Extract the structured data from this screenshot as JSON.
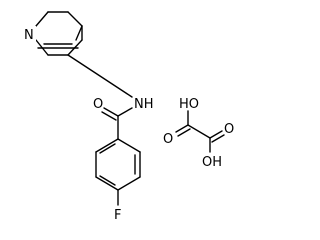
{
  "atoms": {
    "n_ring": "N",
    "n_amide": "NH",
    "o_carbonyl": "O",
    "fluorine": "F",
    "oxalic_oh_top": "HO",
    "oxalic_o_left": "O",
    "oxalic_o_right": "O",
    "oxalic_oh_bottom": "OH"
  },
  "colors": {
    "ink": "#000000",
    "background": "#ffffff"
  }
}
